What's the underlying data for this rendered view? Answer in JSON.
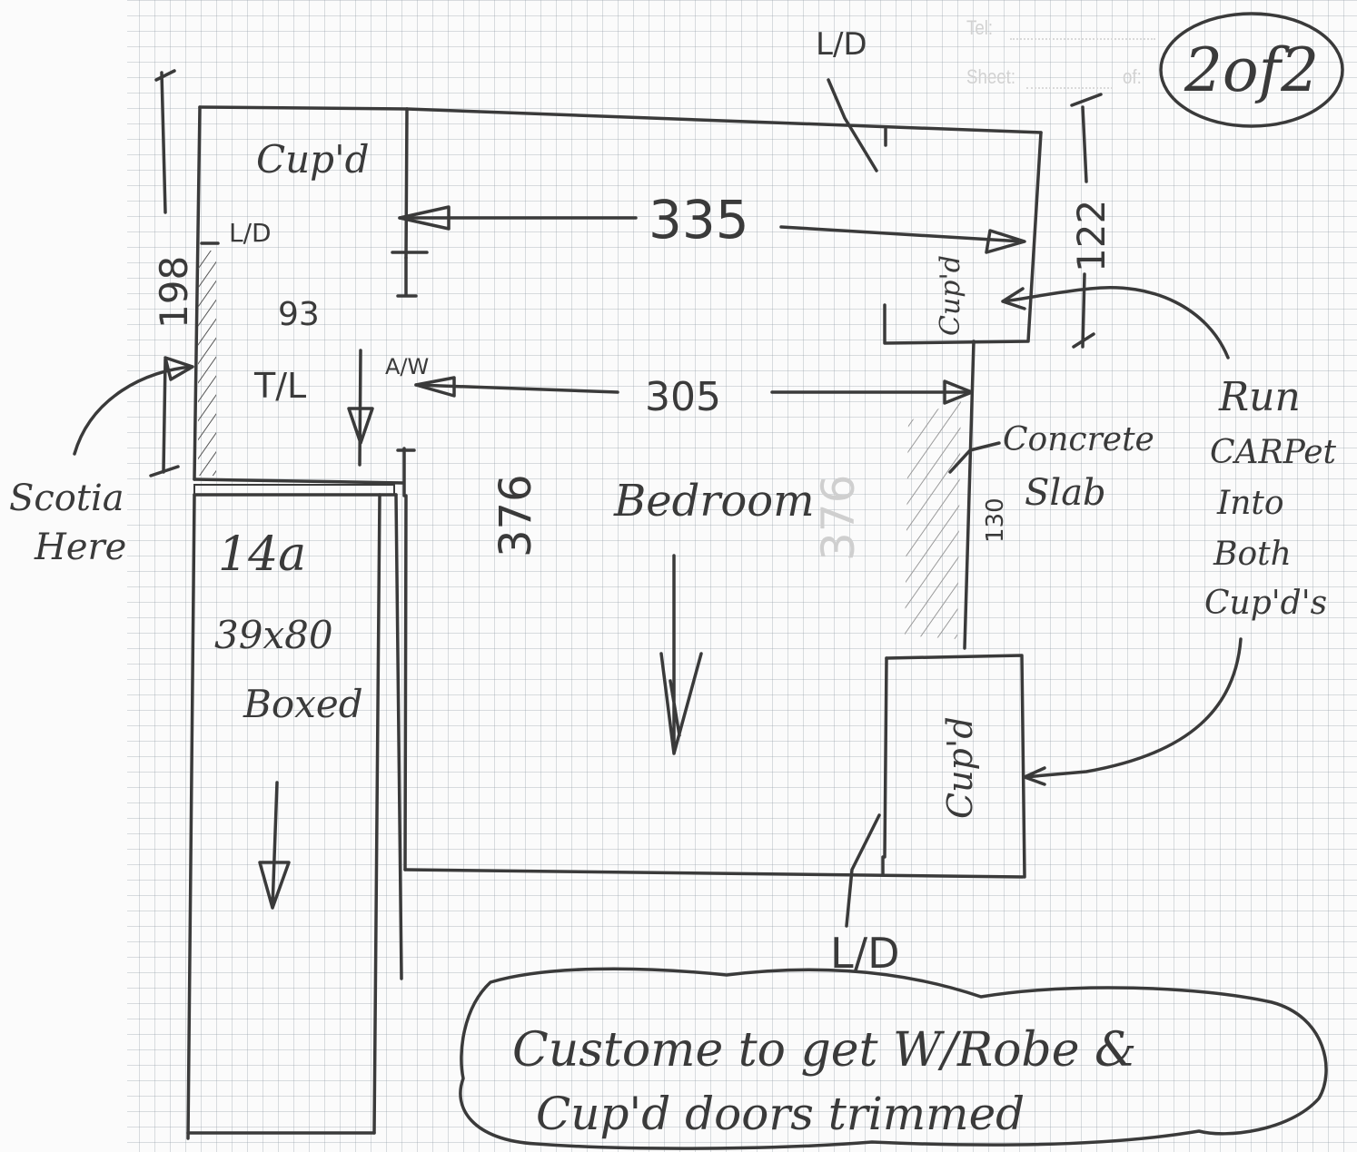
{
  "header": {
    "tel_label": "Tel:",
    "sheet_label": "Sheet:",
    "of_label": "of:",
    "sheet_number": "2of2"
  },
  "labels": {
    "cupd_top_left": "Cup'd",
    "ld_left": "L/D",
    "ld_top": "L/D",
    "ld_bottom": "L/D",
    "dim_198": "198",
    "dim_93": "93",
    "tl": "T/L",
    "aw": "A/W",
    "dim_335": "335",
    "dim_305": "305",
    "dim_122": "122",
    "cupd_right_top": "Cup'd",
    "cupd_right_bottom": "Cup'd",
    "dim_376": "376",
    "bedroom": "Bedroom",
    "dim_376_ghost": "376",
    "concrete": "Concrete",
    "slab": "Slab",
    "dim_130": "130",
    "hall_14": "14a",
    "hall_size": "39x80",
    "hall_boxed": "Boxed",
    "scotia_line1": "Scotia",
    "scotia_line2": "Here",
    "carpet_note": [
      "Run",
      "CARPet",
      "Into",
      "Both",
      "Cup'd's"
    ],
    "customer_note_line1": "Custome to get W/Robe &",
    "customer_note_line2": "Cup'd doors trimmed"
  }
}
